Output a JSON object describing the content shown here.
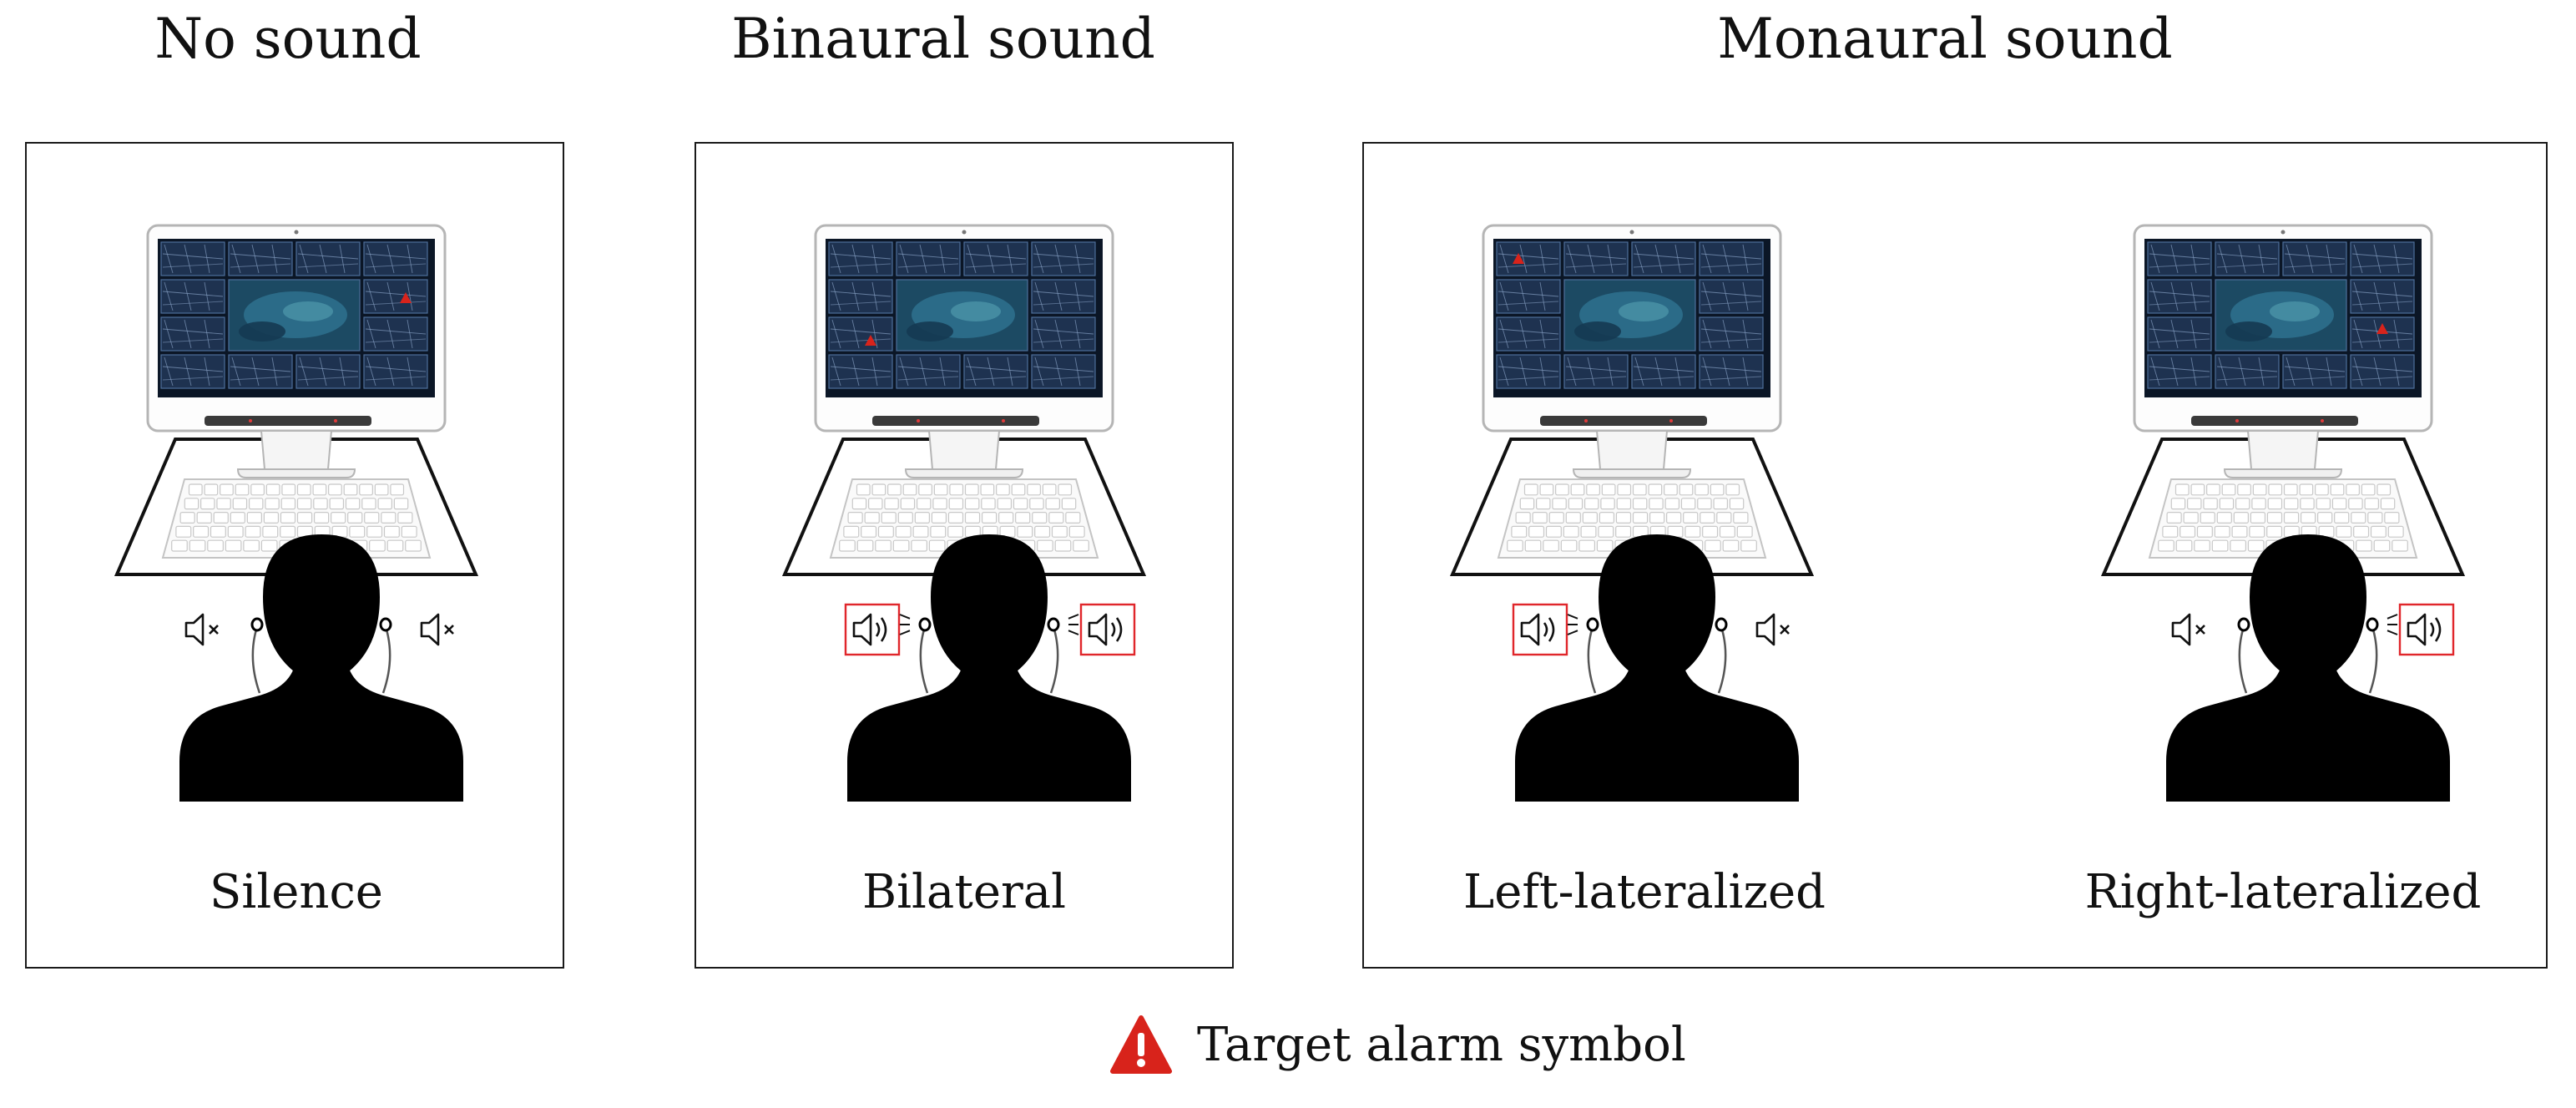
{
  "headings": {
    "no_sound": "No sound",
    "binaural": "Binaural sound",
    "monaural": "Monaural sound"
  },
  "conditions": [
    {
      "id": "silence",
      "caption": "Silence",
      "left_speaker": "muted",
      "right_speaker": "muted",
      "left_highlight": false,
      "right_highlight": false,
      "alarm_panel": "right-middle"
    },
    {
      "id": "bilateral",
      "caption": "Bilateral",
      "left_speaker": "sound",
      "right_speaker": "sound",
      "left_highlight": true,
      "right_highlight": true,
      "alarm_panel": "left-lower"
    },
    {
      "id": "left-lateralized",
      "caption": "Left-lateralized",
      "left_speaker": "sound",
      "right_speaker": "muted",
      "left_highlight": true,
      "right_highlight": false,
      "alarm_panel": "left-upper"
    },
    {
      "id": "right-lateralized",
      "caption": "Right-lateralized",
      "left_speaker": "muted",
      "right_speaker": "sound",
      "left_highlight": false,
      "right_highlight": true,
      "alarm_panel": "right-lower"
    }
  ],
  "legend": {
    "label": "Target alarm symbol",
    "icon": "warning-triangle-icon"
  },
  "colors": {
    "alarm_red": "#d8231b",
    "highlight_red": "#e0262b",
    "screen_dark": "#0b1626",
    "map_center": "#2d6f8c"
  }
}
